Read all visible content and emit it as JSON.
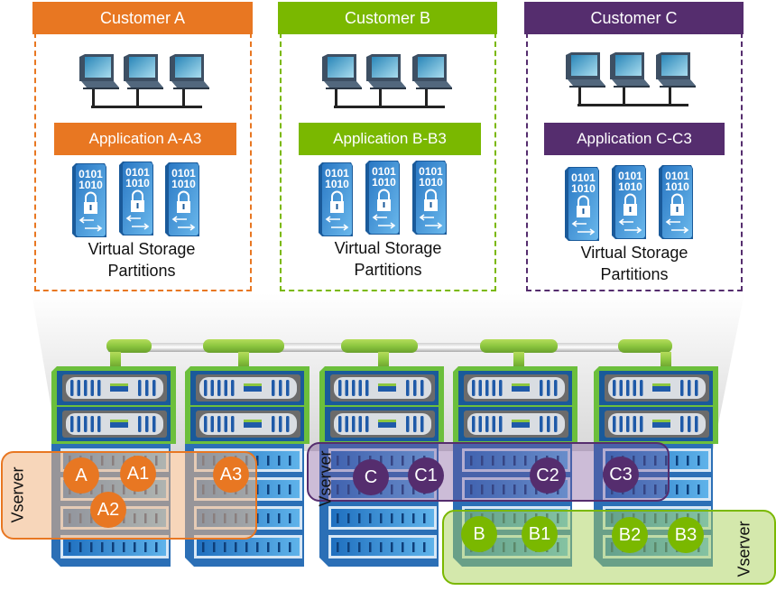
{
  "colors": {
    "customer_a": "#E87722",
    "customer_b": "#7AB800",
    "customer_c": "#552D6E",
    "storage_blue": "#2E7FC8",
    "server_green": "#6CBF3C"
  },
  "customers": [
    {
      "id": "A",
      "title": "Customer A",
      "application": "Application A-A3",
      "partitions_label_line1": "Virtual Storage",
      "partitions_label_line2": "Partitions",
      "partition_icon_text_line1": "0101",
      "partition_icon_text_line2": "1010"
    },
    {
      "id": "B",
      "title": "Customer B",
      "application": "Application B-B3",
      "partitions_label_line1": "Virtual Storage",
      "partitions_label_line2": "Partitions",
      "partition_icon_text_line1": "0101",
      "partition_icon_text_line2": "1010"
    },
    {
      "id": "C",
      "title": "Customer C",
      "application": "Application C-C3",
      "partitions_label_line1": "Virtual Storage",
      "partitions_label_line2": "Partitions",
      "partition_icon_text_line1": "0101",
      "partition_icon_text_line2": "1010"
    }
  ],
  "vservers": [
    {
      "customer": "A",
      "label": "Vserver",
      "badges": [
        "A",
        "A1",
        "A2",
        "A3"
      ]
    },
    {
      "customer": "C",
      "label": "Vserver",
      "badges": [
        "C",
        "C1",
        "C2",
        "C3"
      ]
    },
    {
      "customer": "B",
      "label": "Vserver",
      "badges": [
        "B",
        "B1",
        "B2",
        "B3"
      ]
    }
  ],
  "cluster": {
    "node_count": 5
  }
}
